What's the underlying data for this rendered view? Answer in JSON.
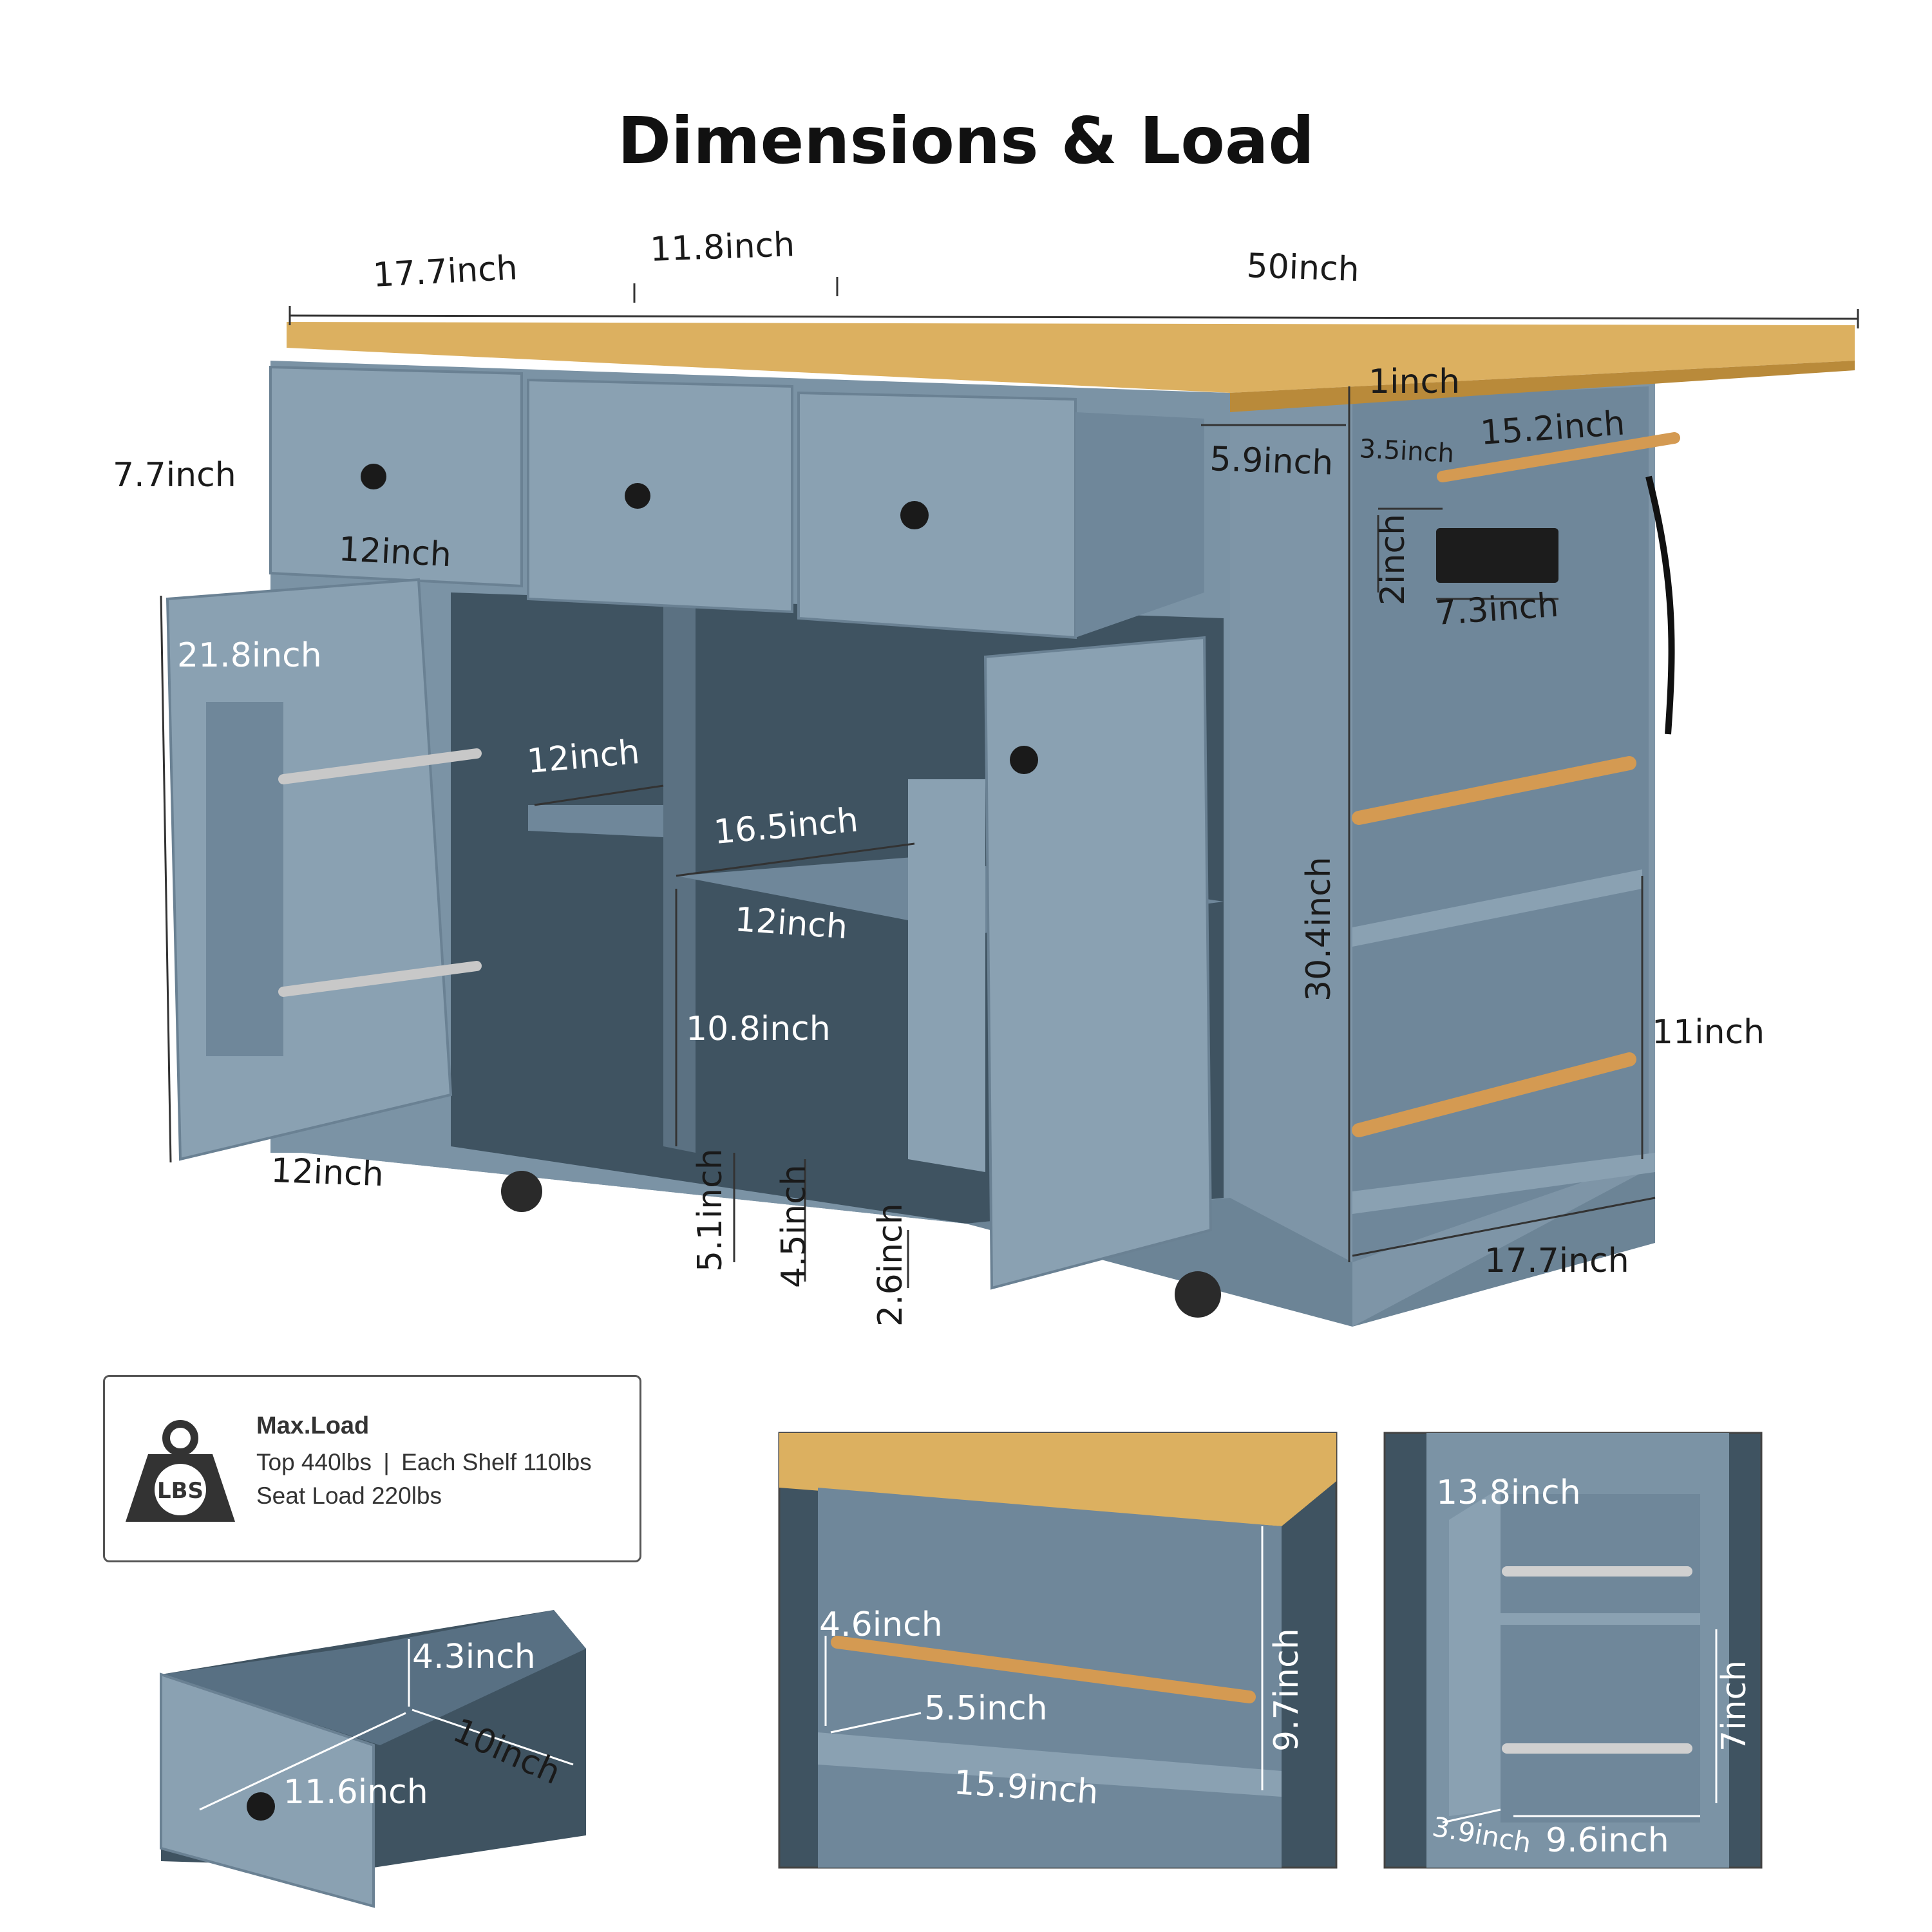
{
  "title": "Dimensions & Load",
  "main_dims": {
    "top_left_width": "17.7inch",
    "top_mid_width": "11.8inch",
    "top_total_width": "50inch",
    "drawer_height": "7.7inch",
    "drawer_width": "12inch",
    "top_thickness": "1inch",
    "side_depth": "5.9inch",
    "towel_offset": "3.5inch",
    "towel_bar_length": "15.2inch",
    "outlet_height": "2inch",
    "outlet_width": "7.3inch",
    "door_height": "21.8inch",
    "left_shelf_depth": "12inch",
    "center_shelf_width": "16.5inch",
    "center_shelf_depth": "12inch",
    "center_shelf_height": "10.8inch",
    "door_width": "12inch",
    "caster_gap_1": "5.1inch",
    "caster_gap_2": "4.5inch",
    "caster_gap_3": "2.6inch",
    "total_height": "30.4inch",
    "side_shelf_height": "11inch",
    "side_width": "17.7inch"
  },
  "load": {
    "icon_label": "LBS",
    "title": "Max.Load",
    "line1_top": "Top 440lbs",
    "line1_separator": "|",
    "line1_shelf": "Each Shelf 110lbs",
    "line2": "Seat Load 220lbs"
  },
  "drawer_detail": {
    "height": "4.3inch",
    "depth": "10inch",
    "width": "11.6inch"
  },
  "side_shelf_detail": {
    "bar_offset": "4.6inch",
    "shelf_depth": "5.5inch",
    "height": "9.7inch",
    "shelf_width": "15.9inch"
  },
  "door_rack_detail": {
    "height": "13.8inch",
    "shelf_spacing": "7inch",
    "depth": "3.9inch",
    "width": "9.6inch"
  },
  "colors": {
    "cabinet": "#7b93a5",
    "cabinet_dark": "#4d6373",
    "interior": "#3f5361",
    "wood": "#dcb060",
    "wood_edge": "#b98a3a",
    "dim_line": "#333333"
  }
}
